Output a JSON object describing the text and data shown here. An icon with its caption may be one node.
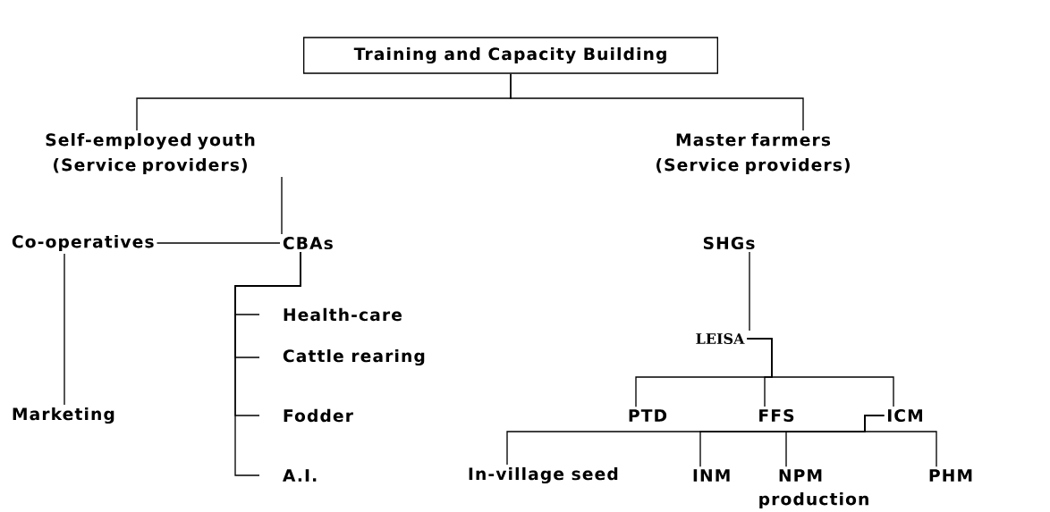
{
  "diagram": {
    "nodes": [
      {
        "text": [
          "Training and Capacity Building"
        ]
      },
      {
        "text": [
          "Self-employed youth (Service providers)"
        ]
      },
      {
        "text": [
          "Master farmers (Service providers)"
        ]
      },
      {
        "text": [
          "Co-operatives"
        ]
      },
      {
        "text": [
          "CBAs"
        ]
      },
      {
        "text": [
          "SHGs"
        ]
      },
      {
        "text": [
          "Health-care"
        ]
      },
      {
        "text": [
          "Cattle rearing"
        ]
      },
      {
        "text": [
          "LEISA"
        ]
      },
      {
        "text": [
          "Marketing"
        ]
      },
      {
        "text": [
          "Fodder"
        ]
      },
      {
        "text": [
          "PTD"
        ]
      },
      {
        "text": [
          "FFS"
        ]
      },
      {
        "text": [
          "ICM"
        ]
      },
      {
        "text": [
          "A.I."
        ]
      },
      {
        "text": [
          "In-village seed"
        ]
      },
      {
        "text": [
          "INM"
        ]
      },
      {
        "text": [
          "NPM"
        ]
      },
      {
        "text": [
          "PHM"
        ]
      }
    ],
    "edges": [
      {
        "from": 0,
        "to": 1,
        "arrow": "none"
      },
      {
        "from": 0,
        "to": 2,
        "arrow": "none"
      },
      {
        "from": 1,
        "to": 4,
        "arrow": "none"
      },
      {
        "from": 3,
        "to": 4,
        "arrow": "none"
      },
      {
        "from": 3,
        "to": 9,
        "arrow": "none"
      },
      {
        "from": 4,
        "to": 6,
        "arrow": "none"
      },
      {
        "from": 4,
        "to": 7,
        "arrow": "none"
      },
      {
        "from": 4,
        "to": 10,
        "arrow": "none"
      },
      {
        "from": 4,
        "to": 14,
        "arrow": "none"
      },
      {
        "from": 5,
        "to": 8,
        "arrow": "none"
      },
      {
        "from": 8,
        "to": 11,
        "arrow": "none"
      },
      {
        "from": 8,
        "to": 12,
        "arrow": "none"
      },
      {
        "from": 8,
        "to": 13,
        "arrow": "none"
      },
      {
        "from": 13,
        "to": 15,
        "arrow": "none"
      },
      {
        "from": 13,
        "to": 16,
        "arrow": "none"
      },
      {
        "from": 13,
        "to": 17,
        "arrow": "none"
      },
      {
        "from": 13,
        "to": 18,
        "arrow": "none"
      }
    ],
    "labels": [
      "production"
    ]
  }
}
